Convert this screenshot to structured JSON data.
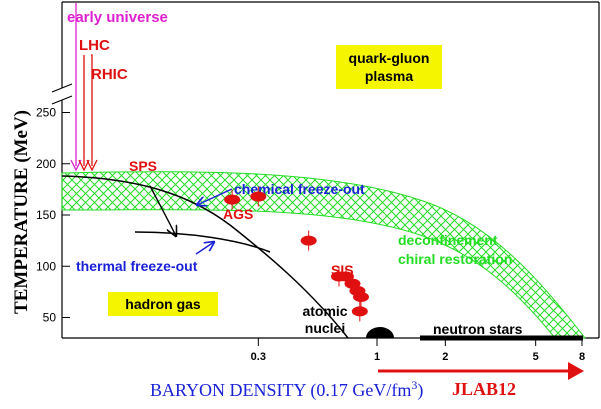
{
  "chart_data": {
    "type": "phase-diagram",
    "title": "",
    "xlabel": "BARYON DENSITY (0.17 GeV/fm",
    "xlabel_superscript": "3",
    "xlabel_suffix": ")",
    "ylabel": "TEMPERATURE (MeV)",
    "x_scale": "log (in units of nuclear saturation density)",
    "y_ticks": [
      {
        "label": "50",
        "value": 50
      },
      {
        "label": "100",
        "value": 100
      },
      {
        "label": "150",
        "value": 150
      },
      {
        "label": "200",
        "value": 200
      },
      {
        "label": "250",
        "value": 250
      }
    ],
    "x_ticks": [
      {
        "label": "0.3",
        "value": 0.3
      },
      {
        "label": "1",
        "value": 1
      },
      {
        "label": "2",
        "value": 2
      },
      {
        "label": "5",
        "value": 5
      },
      {
        "label": "8",
        "value": 8
      }
    ],
    "facilities": [
      {
        "label": "early universe",
        "color": "#e020d0"
      },
      {
        "label": "LHC",
        "color": "#e01010"
      },
      {
        "label": "RHIC",
        "color": "#e01010"
      }
    ],
    "experiments": [
      {
        "label": "SPS",
        "x": 0.3,
        "y": 165
      },
      {
        "label": "AGS",
        "x": 0.5,
        "y": 125
      },
      {
        "label": "SIS",
        "x": 0.8,
        "y": 80
      }
    ],
    "freezeout_points": [
      {
        "x": 0.23,
        "y": 165
      },
      {
        "x": 0.3,
        "y": 168
      },
      {
        "x": 0.5,
        "y": 125
      },
      {
        "x": 0.68,
        "y": 90
      },
      {
        "x": 0.73,
        "y": 90
      },
      {
        "x": 0.78,
        "y": 83
      },
      {
        "x": 0.82,
        "y": 76
      },
      {
        "x": 0.85,
        "y": 70
      },
      {
        "x": 0.84,
        "y": 56
      }
    ],
    "curves": [
      {
        "name": "chemical freeze-out",
        "color": "#1a22d8"
      },
      {
        "name": "thermal freeze-out",
        "color": "#1a22d8"
      }
    ],
    "regions": [
      {
        "label": "quark-gluon\nplasma",
        "box_color": "#f5f500"
      },
      {
        "label": "hadron gas",
        "box_color": "#f5f500"
      },
      {
        "label": "deconfinement\nchiral restoration",
        "color": "#22dd22"
      },
      {
        "label": "atomic\nnuclei",
        "color": "#000000"
      },
      {
        "label": "neutron stars",
        "color": "#000000"
      }
    ],
    "arrow_label": "JLAB12",
    "colors": {
      "band": "#22dd22",
      "facility_red": "#e01010",
      "early_universe_magenta": "#e020d0",
      "annotation_blue": "#1a22d8",
      "highlight_yellow": "#f5f500"
    }
  }
}
